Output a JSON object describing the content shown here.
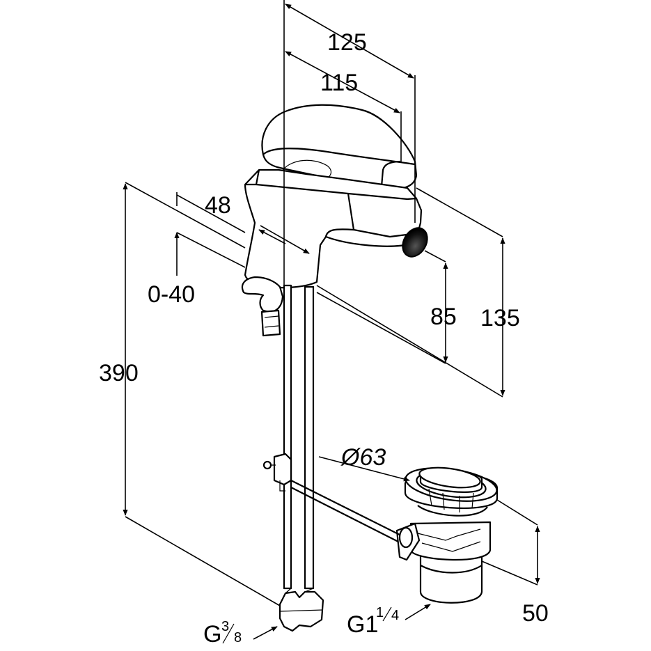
{
  "dimensions": {
    "width_overall": "125",
    "width_spout": "115",
    "spout_offset": "48",
    "adjust_range": "0-40",
    "height_total": "390",
    "height_outlet": "85",
    "height_top": "135",
    "waste_diameter": "Ø63",
    "waste_height": "50",
    "thread_supply_main": "G",
    "thread_supply_num": "3",
    "thread_supply_den": "8",
    "thread_waste_main": "G1",
    "thread_waste_num": "1",
    "thread_waste_den": "4"
  },
  "colors": {
    "line": "#000000",
    "background": "#ffffff"
  }
}
